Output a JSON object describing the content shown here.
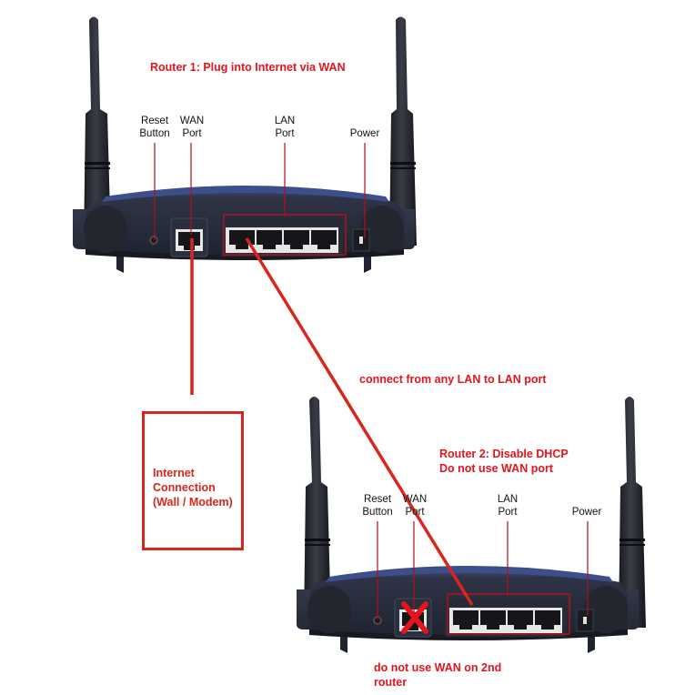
{
  "diagram": {
    "title": "Two-router LAN-to-LAN setup",
    "colors": {
      "annotation_red": "#e3141b",
      "cable_red": "#d9261c",
      "leader_line": "#b0101a",
      "router_body": "#2b3142",
      "router_trim": "#3c4f8a",
      "port_white": "#e6e6e6",
      "label_text": "#111111"
    },
    "router1": {
      "title": "Router 1: Plug into Internet via WAN",
      "labels": {
        "reset": [
          "Reset",
          "Button"
        ],
        "wan": [
          "WAN",
          "Port"
        ],
        "lan": [
          "LAN",
          "Port"
        ],
        "power": "Power"
      },
      "lan_port_count": 4
    },
    "router2": {
      "title_lines": [
        "Router 2: Disable DHCP",
        "Do not use WAN port"
      ],
      "labels": {
        "reset": [
          "Reset",
          "Button"
        ],
        "wan": [
          "WAN",
          "Port"
        ],
        "lan": [
          "LAN",
          "Port"
        ],
        "power": "Power"
      },
      "lan_port_count": 4,
      "wan_marked": "X"
    },
    "internet_box": {
      "lines": [
        "Internet",
        "Connection",
        "(Wall / Modem)"
      ]
    },
    "connection_note": "connect from any LAN to LAN port",
    "wan_note_lines": [
      "do not use WAN on 2nd",
      "router"
    ]
  }
}
